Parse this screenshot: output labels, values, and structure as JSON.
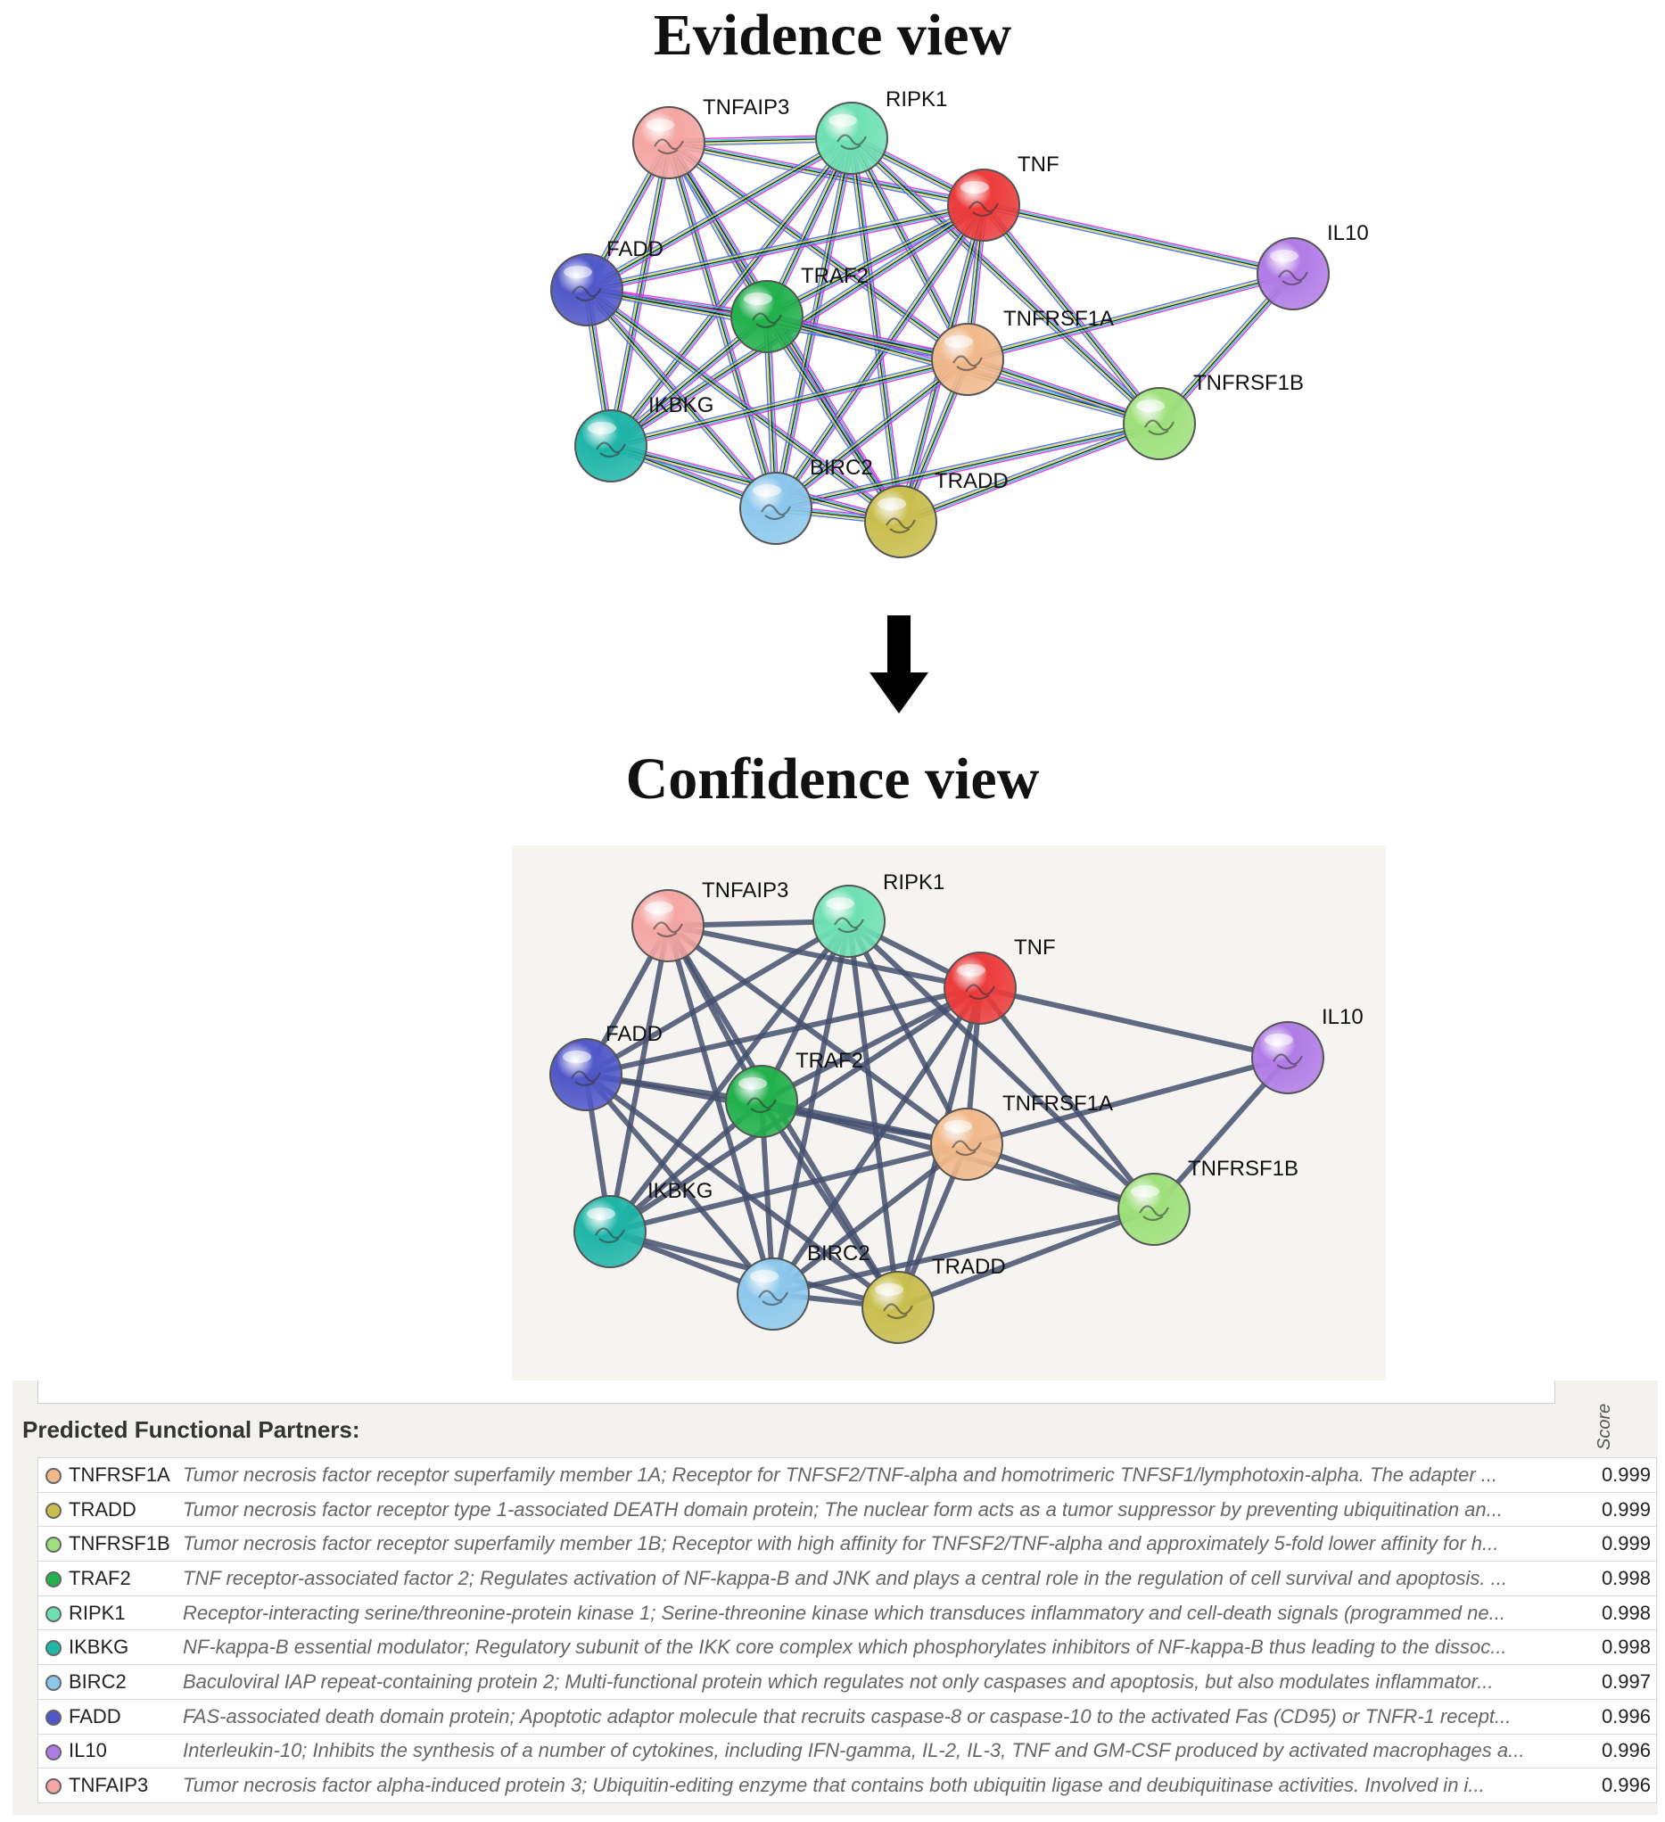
{
  "evidence_title": "Evidence view",
  "confidence_title": "Confidence view",
  "nodes": [
    {
      "id": "TNFAIP3",
      "label": "TNFAIP3",
      "color": "#f4a6a2"
    },
    {
      "id": "RIPK1",
      "label": "RIPK1",
      "color": "#6fe0b4"
    },
    {
      "id": "TNF",
      "label": "TNF",
      "color": "#ec3b3b"
    },
    {
      "id": "IL10",
      "label": "IL10",
      "color": "#b07be6"
    },
    {
      "id": "FADD",
      "label": "FADD",
      "color": "#5058c8"
    },
    {
      "id": "TRAF2",
      "label": "TRAF2",
      "color": "#22b14c"
    },
    {
      "id": "TNFRSF1A",
      "label": "TNFRSF1A",
      "color": "#f1b98a"
    },
    {
      "id": "TNFRSF1B",
      "label": "TNFRSF1B",
      "color": "#9de07a"
    },
    {
      "id": "IKBKG",
      "label": "IKBKG",
      "color": "#1fb5a8"
    },
    {
      "id": "BIRC2",
      "label": "BIRC2",
      "color": "#8cc8ec"
    },
    {
      "id": "TRADD",
      "label": "TRADD",
      "color": "#c9be4e"
    }
  ],
  "edges": [
    [
      "TNFAIP3",
      "RIPK1"
    ],
    [
      "TNFAIP3",
      "TNF"
    ],
    [
      "TNFAIP3",
      "FADD"
    ],
    [
      "TNFAIP3",
      "TRAF2"
    ],
    [
      "TNFAIP3",
      "TNFRSF1A"
    ],
    [
      "TNFAIP3",
      "IKBKG"
    ],
    [
      "TNFAIP3",
      "BIRC2"
    ],
    [
      "TNFAIP3",
      "TRADD"
    ],
    [
      "RIPK1",
      "TNF"
    ],
    [
      "RIPK1",
      "FADD"
    ],
    [
      "RIPK1",
      "TRAF2"
    ],
    [
      "RIPK1",
      "TNFRSF1A"
    ],
    [
      "RIPK1",
      "TNFRSF1B"
    ],
    [
      "RIPK1",
      "IKBKG"
    ],
    [
      "RIPK1",
      "BIRC2"
    ],
    [
      "RIPK1",
      "TRADD"
    ],
    [
      "TNF",
      "IL10"
    ],
    [
      "TNF",
      "FADD"
    ],
    [
      "TNF",
      "TRAF2"
    ],
    [
      "TNF",
      "TNFRSF1A"
    ],
    [
      "TNF",
      "TNFRSF1B"
    ],
    [
      "TNF",
      "IKBKG"
    ],
    [
      "TNF",
      "BIRC2"
    ],
    [
      "TNF",
      "TRADD"
    ],
    [
      "IL10",
      "TNFRSF1A"
    ],
    [
      "IL10",
      "TNFRSF1B"
    ],
    [
      "FADD",
      "TRAF2"
    ],
    [
      "FADD",
      "TNFRSF1A"
    ],
    [
      "FADD",
      "IKBKG"
    ],
    [
      "FADD",
      "BIRC2"
    ],
    [
      "FADD",
      "TRADD"
    ],
    [
      "TRAF2",
      "TNFRSF1A"
    ],
    [
      "TRAF2",
      "TNFRSF1B"
    ],
    [
      "TRAF2",
      "IKBKG"
    ],
    [
      "TRAF2",
      "BIRC2"
    ],
    [
      "TRAF2",
      "TRADD"
    ],
    [
      "TNFRSF1A",
      "TNFRSF1B"
    ],
    [
      "TNFRSF1A",
      "IKBKG"
    ],
    [
      "TNFRSF1A",
      "BIRC2"
    ],
    [
      "TNFRSF1A",
      "TRADD"
    ],
    [
      "TNFRSF1B",
      "BIRC2"
    ],
    [
      "TNFRSF1B",
      "TRADD"
    ],
    [
      "IKBKG",
      "BIRC2"
    ],
    [
      "IKBKG",
      "TRADD"
    ],
    [
      "BIRC2",
      "TRADD"
    ]
  ],
  "evidence_colors": [
    "#e020e0",
    "#22c4c4",
    "#111111",
    "#c8e040",
    "#4060ff"
  ],
  "confidence_edge_color": "#44506e",
  "partners": {
    "heading": "Predicted Functional Partners:",
    "score_header": "Score",
    "rows": [
      {
        "gene": "TNFRSF1A",
        "color": "#f1b98a",
        "desc": "Tumor necrosis factor receptor superfamily member 1A; Receptor for TNFSF2/TNF-alpha and homotrimeric TNFSF1/lymphotoxin-alpha. The adapter ...",
        "score": "0.999"
      },
      {
        "gene": "TRADD",
        "color": "#c9be4e",
        "desc": "Tumor necrosis factor receptor type 1-associated DEATH domain protein; The nuclear form acts as a tumor suppressor by preventing ubiquitination an...",
        "score": "0.999"
      },
      {
        "gene": "TNFRSF1B",
        "color": "#9de07a",
        "desc": "Tumor necrosis factor receptor superfamily member 1B; Receptor with high affinity for TNFSF2/TNF-alpha and approximately 5-fold lower affinity for h...",
        "score": "0.999"
      },
      {
        "gene": "TRAF2",
        "color": "#22b14c",
        "desc": "TNF receptor-associated factor 2; Regulates activation of NF-kappa-B and JNK and plays a central role in the regulation of cell survival and apoptosis. ...",
        "score": "0.998"
      },
      {
        "gene": "RIPK1",
        "color": "#6fe0b4",
        "desc": "Receptor-interacting serine/threonine-protein kinase 1; Serine-threonine kinase which transduces inflammatory and cell-death signals (programmed ne...",
        "score": "0.998"
      },
      {
        "gene": "IKBKG",
        "color": "#1fb5a8",
        "desc": "NF-kappa-B essential modulator; Regulatory subunit of the IKK core complex which phosphorylates inhibitors of NF-kappa-B thus leading to the dissoc...",
        "score": "0.998"
      },
      {
        "gene": "BIRC2",
        "color": "#8cc8ec",
        "desc": "Baculoviral IAP repeat-containing protein 2; Multi-functional protein which regulates not only caspases and apoptosis, but also modulates inflammator...",
        "score": "0.997"
      },
      {
        "gene": "FADD",
        "color": "#5058c8",
        "desc": "FAS-associated death domain protein; Apoptotic adaptor molecule that recruits caspase-8 or caspase-10 to the activated Fas (CD95) or TNFR-1 recept...",
        "score": "0.996"
      },
      {
        "gene": "IL10",
        "color": "#b07be6",
        "desc": "Interleukin-10; Inhibits the synthesis of a number of cytokines, including IFN-gamma, IL-2, IL-3, TNF and GM-CSF produced by activated macrophages a...",
        "score": "0.996"
      },
      {
        "gene": "TNFAIP3",
        "color": "#f4a6a2",
        "desc": "Tumor necrosis factor alpha-induced protein 3; Ubiquitin-editing enzyme that contains both ubiquitin ligase and deubiquitinase activities. Involved in i...",
        "score": "0.996"
      }
    ]
  }
}
